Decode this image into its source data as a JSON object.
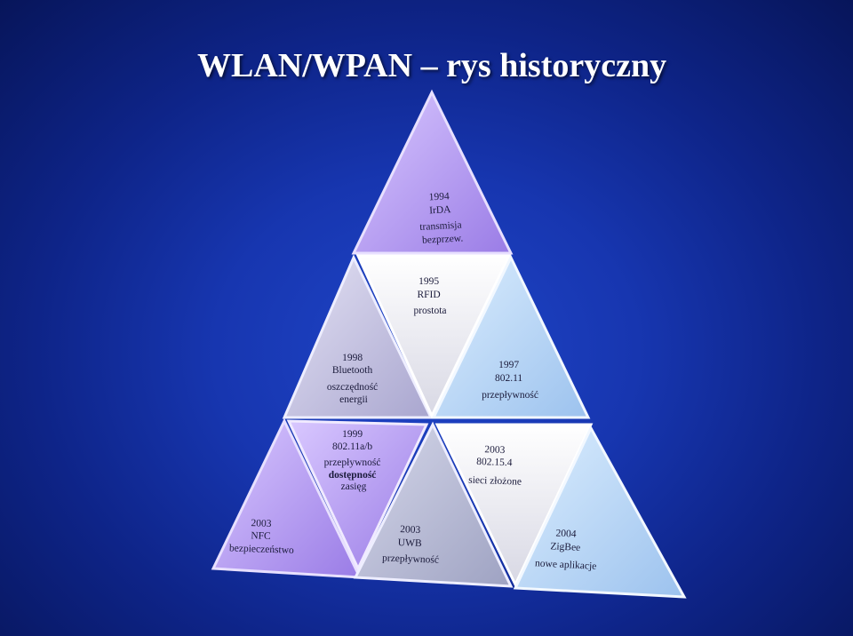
{
  "slide": {
    "title": "WLAN/WPAN – rys historyczny"
  },
  "triangles": [
    {
      "id": "irda",
      "lines": [
        "1994",
        "IrDA",
        "transmisja",
        "bezprzew."
      ]
    },
    {
      "id": "rfid",
      "lines": [
        "1995",
        "RFID",
        "prostota"
      ]
    },
    {
      "id": "bluetooth",
      "lines": [
        "1998",
        "Bluetooth",
        "oszczędność",
        "energii"
      ]
    },
    {
      "id": "wifi",
      "lines": [
        "1997",
        "802.11",
        "przepływność"
      ]
    },
    {
      "id": "wifi-ab",
      "lines": [
        "1999",
        "802.11a/b",
        "przepływność",
        "dostępność",
        "zasięg"
      ]
    },
    {
      "id": "ieee802154",
      "lines": [
        "2003",
        "802.15.4",
        "sieci złożone"
      ]
    },
    {
      "id": "nfc",
      "lines": [
        "2003",
        "NFC",
        "bezpieczeństwo"
      ]
    },
    {
      "id": "uwb",
      "lines": [
        "2003",
        "UWB",
        "przepływność"
      ]
    },
    {
      "id": "zigbee",
      "lines": [
        "2004",
        "ZigBee",
        "nowe aplikacje"
      ]
    }
  ],
  "colors": {
    "purple": "#b89cf0",
    "lavender": "#c8c3e6",
    "white": "#f4f4f8",
    "lightblue": "#bcd8f8",
    "grayblue": "#b4b8d4"
  }
}
